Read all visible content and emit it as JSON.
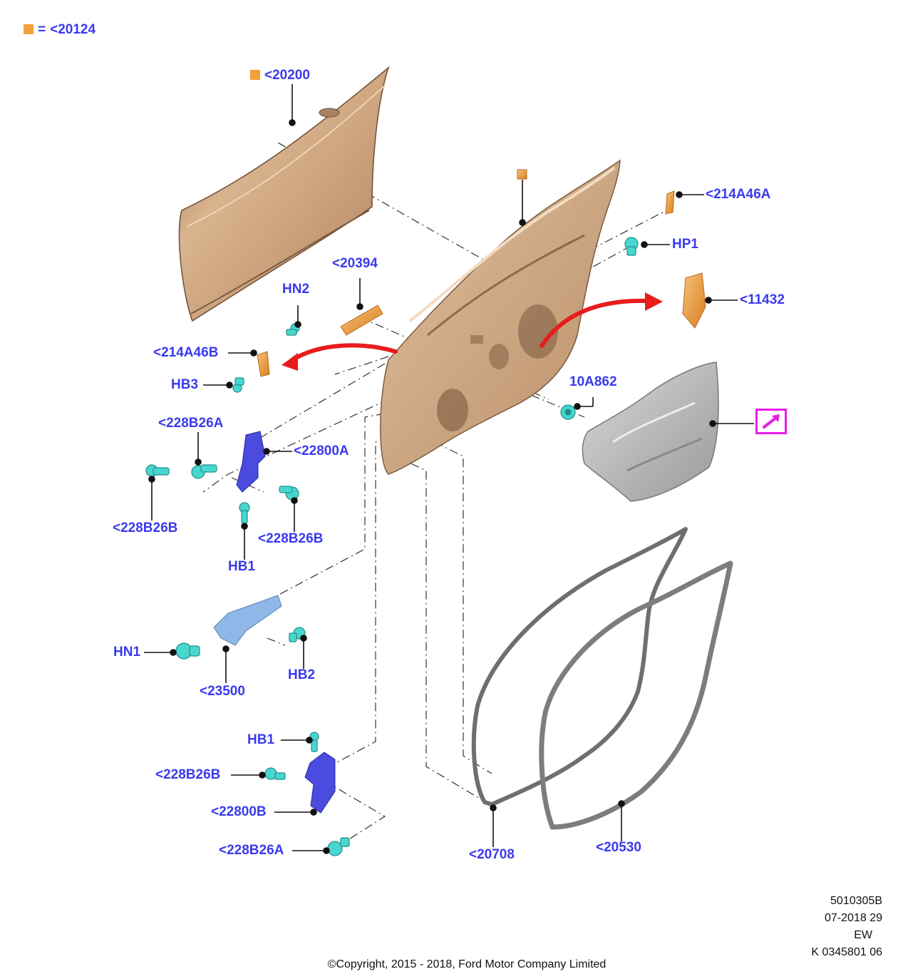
{
  "legend": {
    "equals": "=",
    "code": "<20124",
    "marker_color": "#f2a13a"
  },
  "labels": {
    "l20200": "<20200",
    "l214A46A": "<214A46A",
    "HP1": "HP1",
    "l20394": "<20394",
    "HN2": "HN2",
    "l11432": "<11432",
    "l214A46B": "<214A46B",
    "HB3": "HB3",
    "l10A862": "10A862",
    "l228B26A_top": "<228B26A",
    "l22800A": "<22800A",
    "l228B26B_left": "<228B26B",
    "l228B26B_right": "<228B26B",
    "HB1_top": "HB1",
    "HN1": "HN1",
    "HB2": "HB2",
    "l23500": "<23500",
    "HB1_bottom": "HB1",
    "l228B26B_bottom": "<228B26B",
    "l22800B": "<22800B",
    "l228B26A_bottom": "<228B26A",
    "l20708": "<20708",
    "l20530": "<20530"
  },
  "meta": {
    "line1": "5010305B",
    "line2": "07-2018 29",
    "line3": "EW",
    "line4": "K 0345801 06"
  },
  "copyright": "©Copyright, 2015 - 2018, Ford Motor Company Limited",
  "icons": {
    "reference_link": "arrow-link-icon",
    "label_color": "#3a3aee",
    "link_box_color": "#e61ee6",
    "arrow_color": "#e81c1c",
    "part_orange": "#f2a13a",
    "part_cyan": "#49d6cf",
    "part_blue": "#4b4be0",
    "door_tan": "#c9a07a"
  }
}
